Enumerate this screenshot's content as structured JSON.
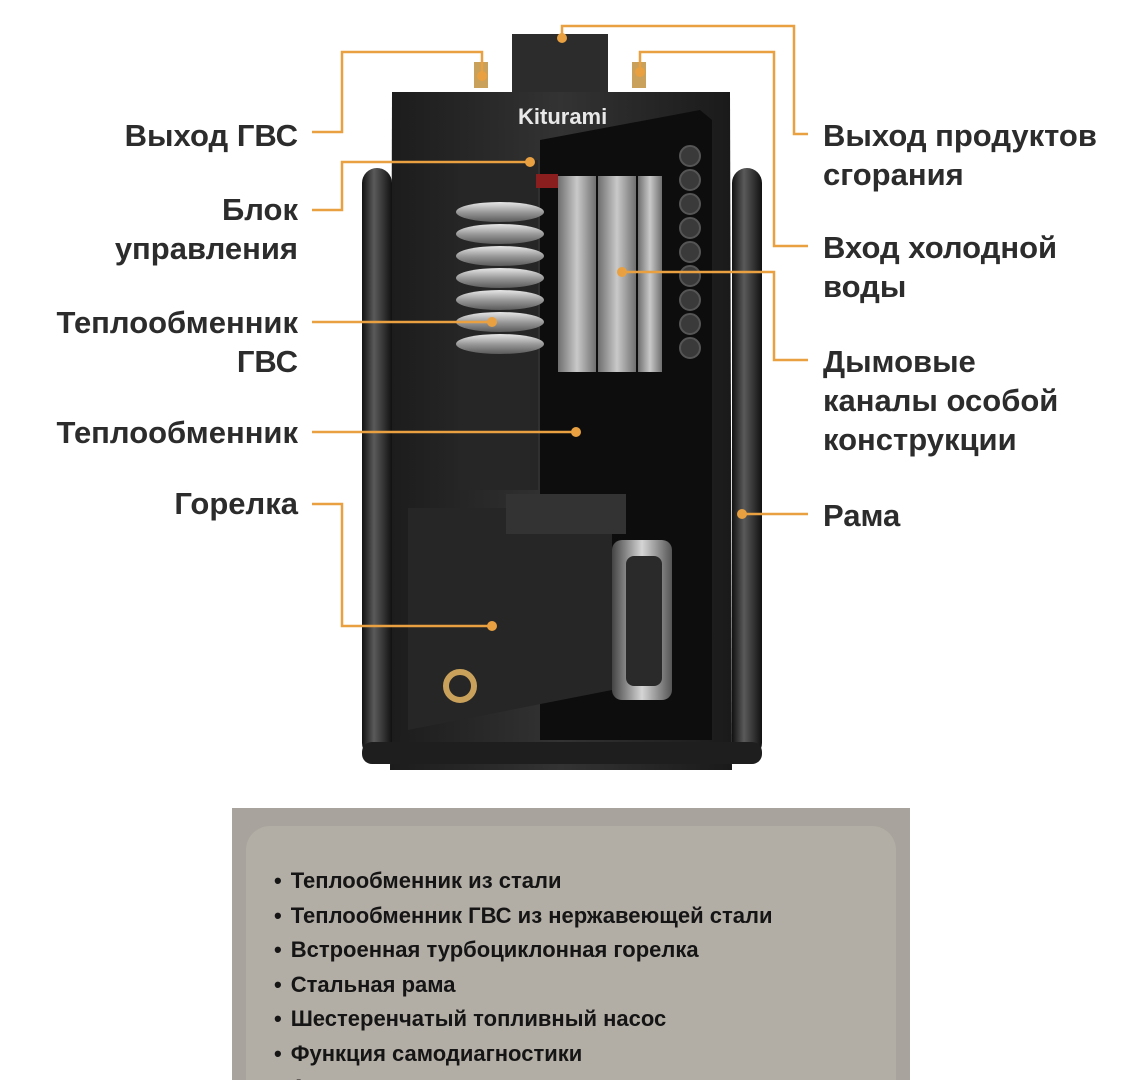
{
  "brand": "Kiturami",
  "labels_left": [
    {
      "key": "dhw_out",
      "text": "Выход ГВС"
    },
    {
      "key": "control",
      "text": "Блок\nуправления"
    },
    {
      "key": "dhw_hx",
      "text": "Теплообменник\nГВС"
    },
    {
      "key": "hx",
      "text": "Теплообменник"
    },
    {
      "key": "burner",
      "text": "Горелка"
    }
  ],
  "labels_right": [
    {
      "key": "flue_out",
      "text": "Выход продуктов\nсгорания"
    },
    {
      "key": "cold_in",
      "text": "Вход холодной\nводы"
    },
    {
      "key": "smoke",
      "text": "Дымовые\nканалы особой\nконструкции"
    },
    {
      "key": "frame",
      "text": "Рама"
    }
  ],
  "features": [
    "Теплообменник из стали",
    "Теплообменник ГВС из нержавеющей стали",
    "Встроенная турбоциклонная горелка",
    "Стальная рама",
    "Шестеренчатый топливный насос",
    "Функция самодиагностики",
    "Автоматическое выключение котла"
  ],
  "colors": {
    "leader": "#e8a040",
    "body": "#2a2a2a",
    "panel": "#a8a39c"
  }
}
